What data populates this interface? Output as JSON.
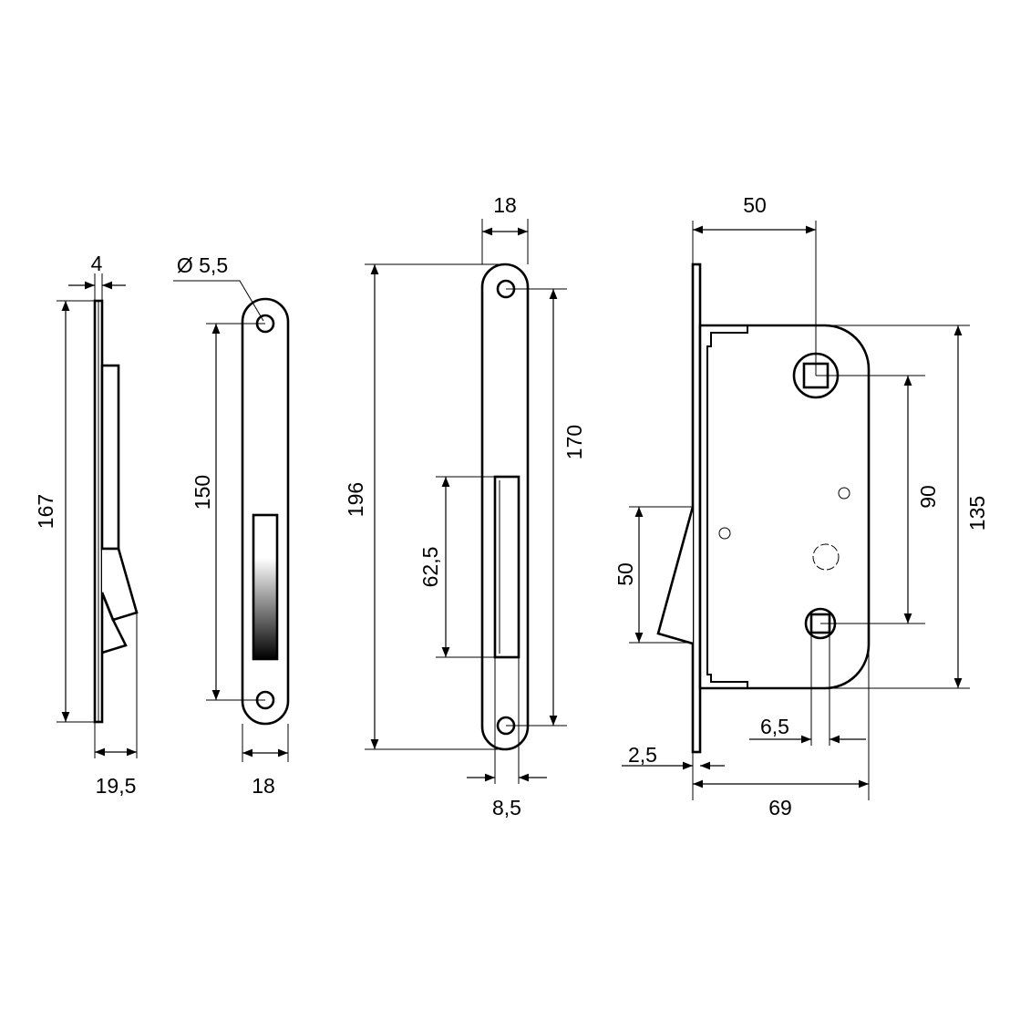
{
  "drawing": {
    "side_view": {
      "height": "167",
      "plate_thickness": "4",
      "depth": "19,5"
    },
    "face_plate": {
      "hole_spacing": "150",
      "hole_diameter": "Ø 5,5",
      "width": "18"
    },
    "strike_plate": {
      "width": "18",
      "length": "196",
      "hole_spacing": "170",
      "opening_height": "62,5",
      "offset": "8,5"
    },
    "lock_body": {
      "backset": "50",
      "centre_distance": "90",
      "body_height": "135",
      "latch_height": "50",
      "spindle": "6,5",
      "faceplate_thickness": "2,5",
      "body_depth": "69"
    }
  }
}
